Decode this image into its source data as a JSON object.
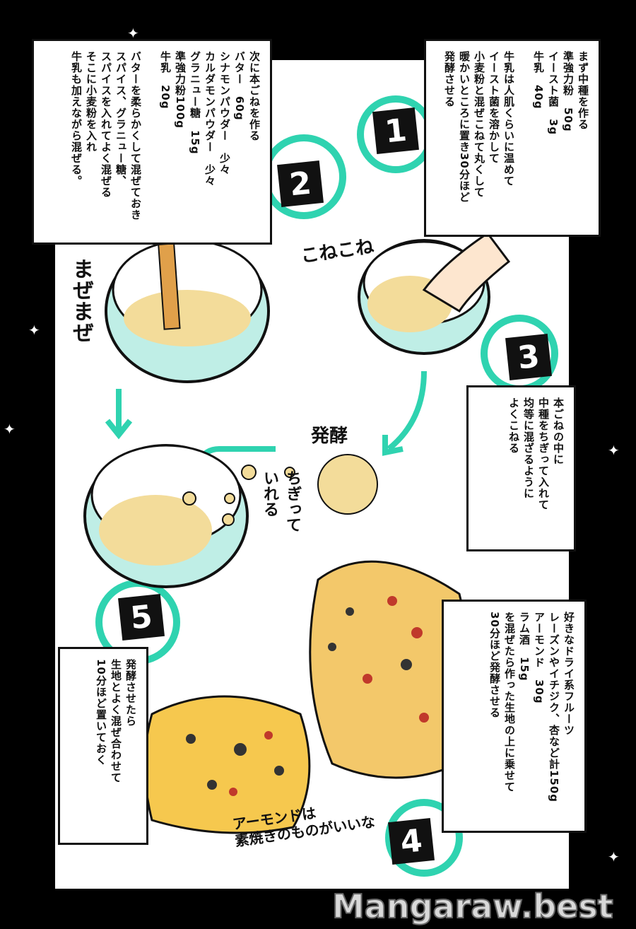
{
  "steps": [
    {
      "number": "1",
      "text": "まず中種を作る\n準強力粉　50g\nイースト菌　3g\n牛乳　40g\n\n牛乳は人肌くらいに温めて\nイースト菌を溶かして\n小麦粉と混ぜこねて丸くして\n暖かいところに置き30分ほど\n発酵させる"
    },
    {
      "number": "2",
      "text": "次に本ごねを作る\nバター　60g\nシナモンパウダー　少々\nカルダモンパウダー　少々\nグラニュー糖　15g\n準強力粉100g\n牛乳　20g\n\nバターを柔らかくして混ぜておき\nスパイス、グラニュー糖、\nスパイスを入れてよく混ぜる\nそこに小麦粉を入れ\n牛乳も加えながら混ぜる。"
    },
    {
      "number": "3",
      "text": "本ごねの中に\n中種をちぎって入れて\n均等に混ざるように\nよくこねる"
    },
    {
      "number": "4",
      "text": "好きなドライ系フルーツ\nレーズンやイチジク、杏など計150g\nアーモンド　30g\nラム酒　15g\nを混ぜたら作った生地の上に乗せて\n30分ほど発酵させる"
    },
    {
      "number": "5",
      "text": "発酵させたら\n生地とよく混ぜ合わせて\n10分ほど置いておく"
    }
  ],
  "sfx": {
    "knead": "こねこね",
    "mix": "まぜまぜ",
    "ferment": "発酵",
    "tear": "ちぎって\nいれる",
    "note": "アーモンドは\n素焼きのものがいいな"
  },
  "watermark": "Mangaraw.best",
  "colors": {
    "teal": "#2fd3b0",
    "dough": "#f3dc9a",
    "bowl": "#bfeee6"
  }
}
